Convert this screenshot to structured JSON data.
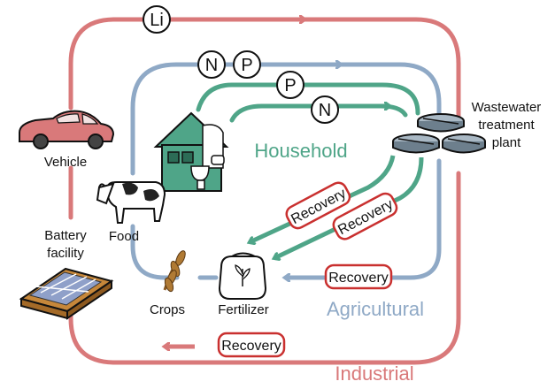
{
  "elements": {
    "li": "Li",
    "n": "N",
    "p": "P"
  },
  "loops": {
    "household": "Household",
    "agricultural": "Agricultural",
    "industrial": "Industrial"
  },
  "nodes": {
    "vehicle": "Vehicle",
    "battery_line1": "Battery",
    "battery_line2": "facility",
    "food": "Food",
    "crops": "Crops",
    "fertilizer": "Fertilizer",
    "wwtp_line1": "Wastewater",
    "wwtp_line2": "treatment",
    "wwtp_line3": "plant"
  },
  "recovery_label": "Recovery",
  "colors": {
    "industrial": "#d9797a",
    "agricultural": "#8fa9c6",
    "household": "#4fa588",
    "recovery_border": "#c9302f"
  }
}
